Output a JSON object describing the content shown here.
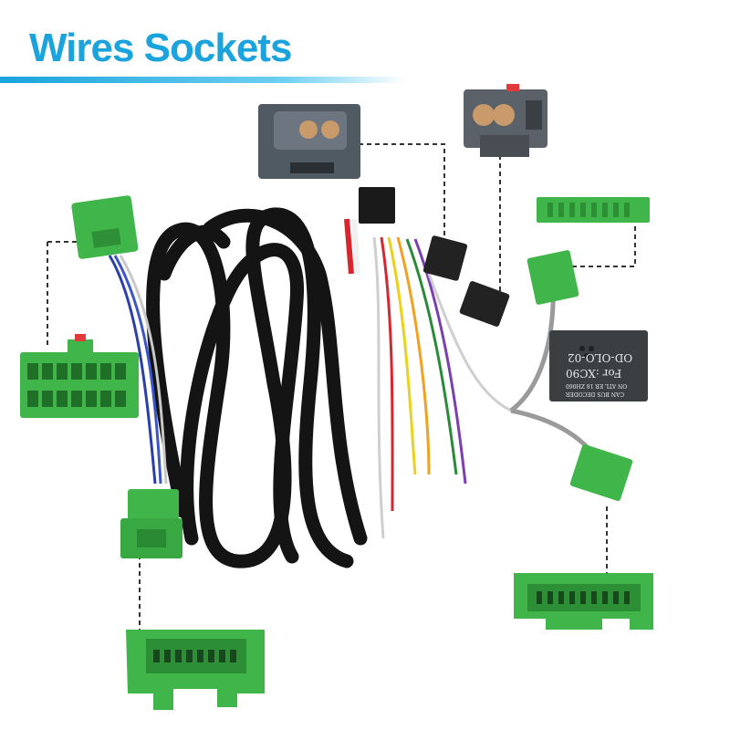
{
  "title": "Wires Sockets",
  "colors": {
    "title": "#1aa3dc",
    "connector_green": "#3fb54a",
    "cable_black": "#141414",
    "module_grey": "#3c3f42"
  },
  "module": {
    "label_line1": "CAN   BUS   DECODER",
    "label_line2": "ON ATL ER 18   ZH060",
    "label_line3": "For :XC90",
    "label_line4": "OD-OLO-02"
  }
}
